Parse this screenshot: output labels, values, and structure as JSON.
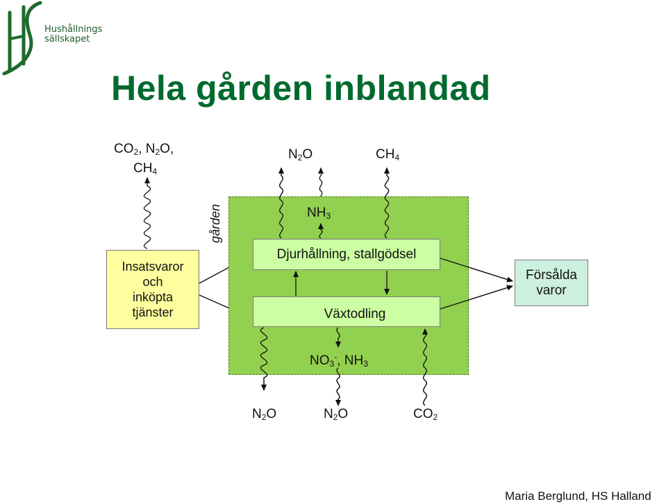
{
  "logo": {
    "line1": "Hushållnings",
    "line2": "sällskapet"
  },
  "title": "Hela gården inblandad",
  "emissions": {
    "inputs_top": {
      "line1_a": "CO",
      "line1_a_sub": "2",
      "line1_b": ", N",
      "line1_b_sub": "2",
      "line1_c": "O,",
      "line2": "CH",
      "line2_sub": "4"
    },
    "top_n2o": {
      "main": "N",
      "sub": "2",
      "tail": "O"
    },
    "top_ch4": {
      "main": "CH",
      "sub": "4"
    },
    "nh3": {
      "main": "NH",
      "sub": "3"
    },
    "no3_nh3": {
      "a": "NO",
      "a_sub": "3",
      "a_sup": "-",
      "b": ", NH",
      "b_sub": "3"
    },
    "bottom_n2o_left": {
      "main": "N",
      "sub": "2",
      "tail": "O"
    },
    "bottom_n2o_mid": {
      "main": "N",
      "sub": "2",
      "tail": "O"
    },
    "bottom_co2": {
      "main": "CO",
      "sub": "2"
    }
  },
  "farm_label": "gården",
  "boxes": {
    "inputs": [
      "Insatsvaror",
      "och",
      "inköpta",
      "tjänster"
    ],
    "livestock": "Djurhållning, stallgödsel",
    "crops": "Växtodling",
    "sold": [
      "Försålda",
      "varor"
    ]
  },
  "footer": "Maria Berglund, HS Halland"
}
